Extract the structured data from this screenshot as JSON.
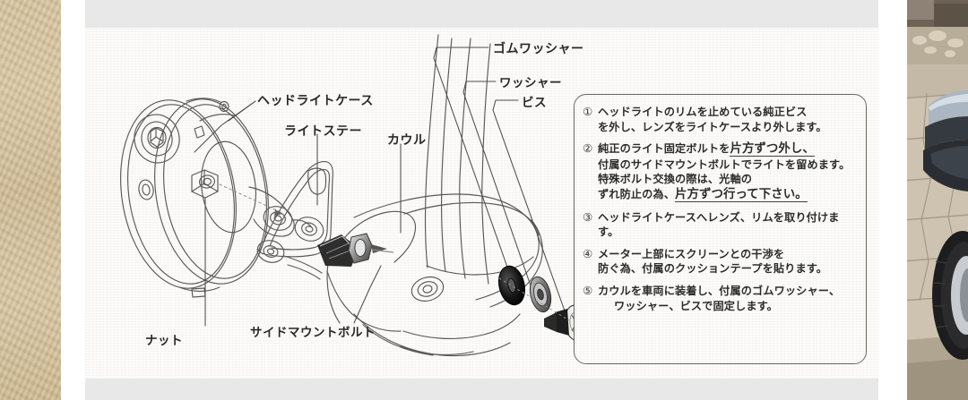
{
  "page": {
    "background_color": "#ffffff",
    "sheet_color": "#fdfcfa",
    "band_color": "#e8e8e8",
    "line_color": "#5a5a5a",
    "text_color": "#2d2d2d",
    "border_color": "#6e6a62"
  },
  "diagram": {
    "title": "headlight-cowl-installation-exploded-diagram",
    "labels": [
      {
        "id": "rubber-washer",
        "text": "ゴムワッシャー"
      },
      {
        "id": "washer",
        "text": "ワッシャー"
      },
      {
        "id": "screw",
        "text": "ビス"
      },
      {
        "id": "headlight-case",
        "text": "ヘッドライトケース"
      },
      {
        "id": "light-stay",
        "text": "ライトステー"
      },
      {
        "id": "cowl",
        "text": "カウル"
      },
      {
        "id": "side-mount-bolt",
        "text": "サイドマウントボルト"
      },
      {
        "id": "nut",
        "text": "ナット"
      }
    ]
  },
  "instructions": {
    "steps": [
      {
        "number": "①",
        "line1": "ヘッドライトのリムを止めている純正ビス",
        "line2": "を外し、レンズをライトケースより外します。",
        "emphasis": "",
        "line3": "",
        "line4": ""
      },
      {
        "number": "②",
        "line1": "純正のライト固定ボルトを",
        "emphasis": "片方ずつ外し、",
        "line2": "付属のサイドマウントボルトでライトを留めます。",
        "line3": "特殊ボルト交換の際は、光軸の",
        "line4_pre": "ずれ防止の為、",
        "line4_em": "片方ずつ行って下さい。"
      },
      {
        "number": "③",
        "line1": "ヘッドライトケースへレンズ、リムを取り付けます。",
        "line2": "",
        "emphasis": "",
        "line3": "",
        "line4": ""
      },
      {
        "number": "④",
        "line1": "メーター上部にスクリーンとの干渉を",
        "line2": "防ぐ為、付属のクッションテープを貼ります。",
        "emphasis": "",
        "line3": "",
        "line4": ""
      },
      {
        "number": "⑤",
        "line1": "カウルを車両に装着し、付属のゴムワッシャー、",
        "line2": "ワッシャー、ビスで固定します。",
        "emphasis": "",
        "line3": "",
        "line4": ""
      }
    ]
  },
  "side_images": {
    "left": {
      "id": "left-photo-strip",
      "description": "tan-leather-texture"
    },
    "right": {
      "id": "right-photo-motorcycle",
      "description": "motorcycle-rear-on-paving-stones"
    }
  }
}
